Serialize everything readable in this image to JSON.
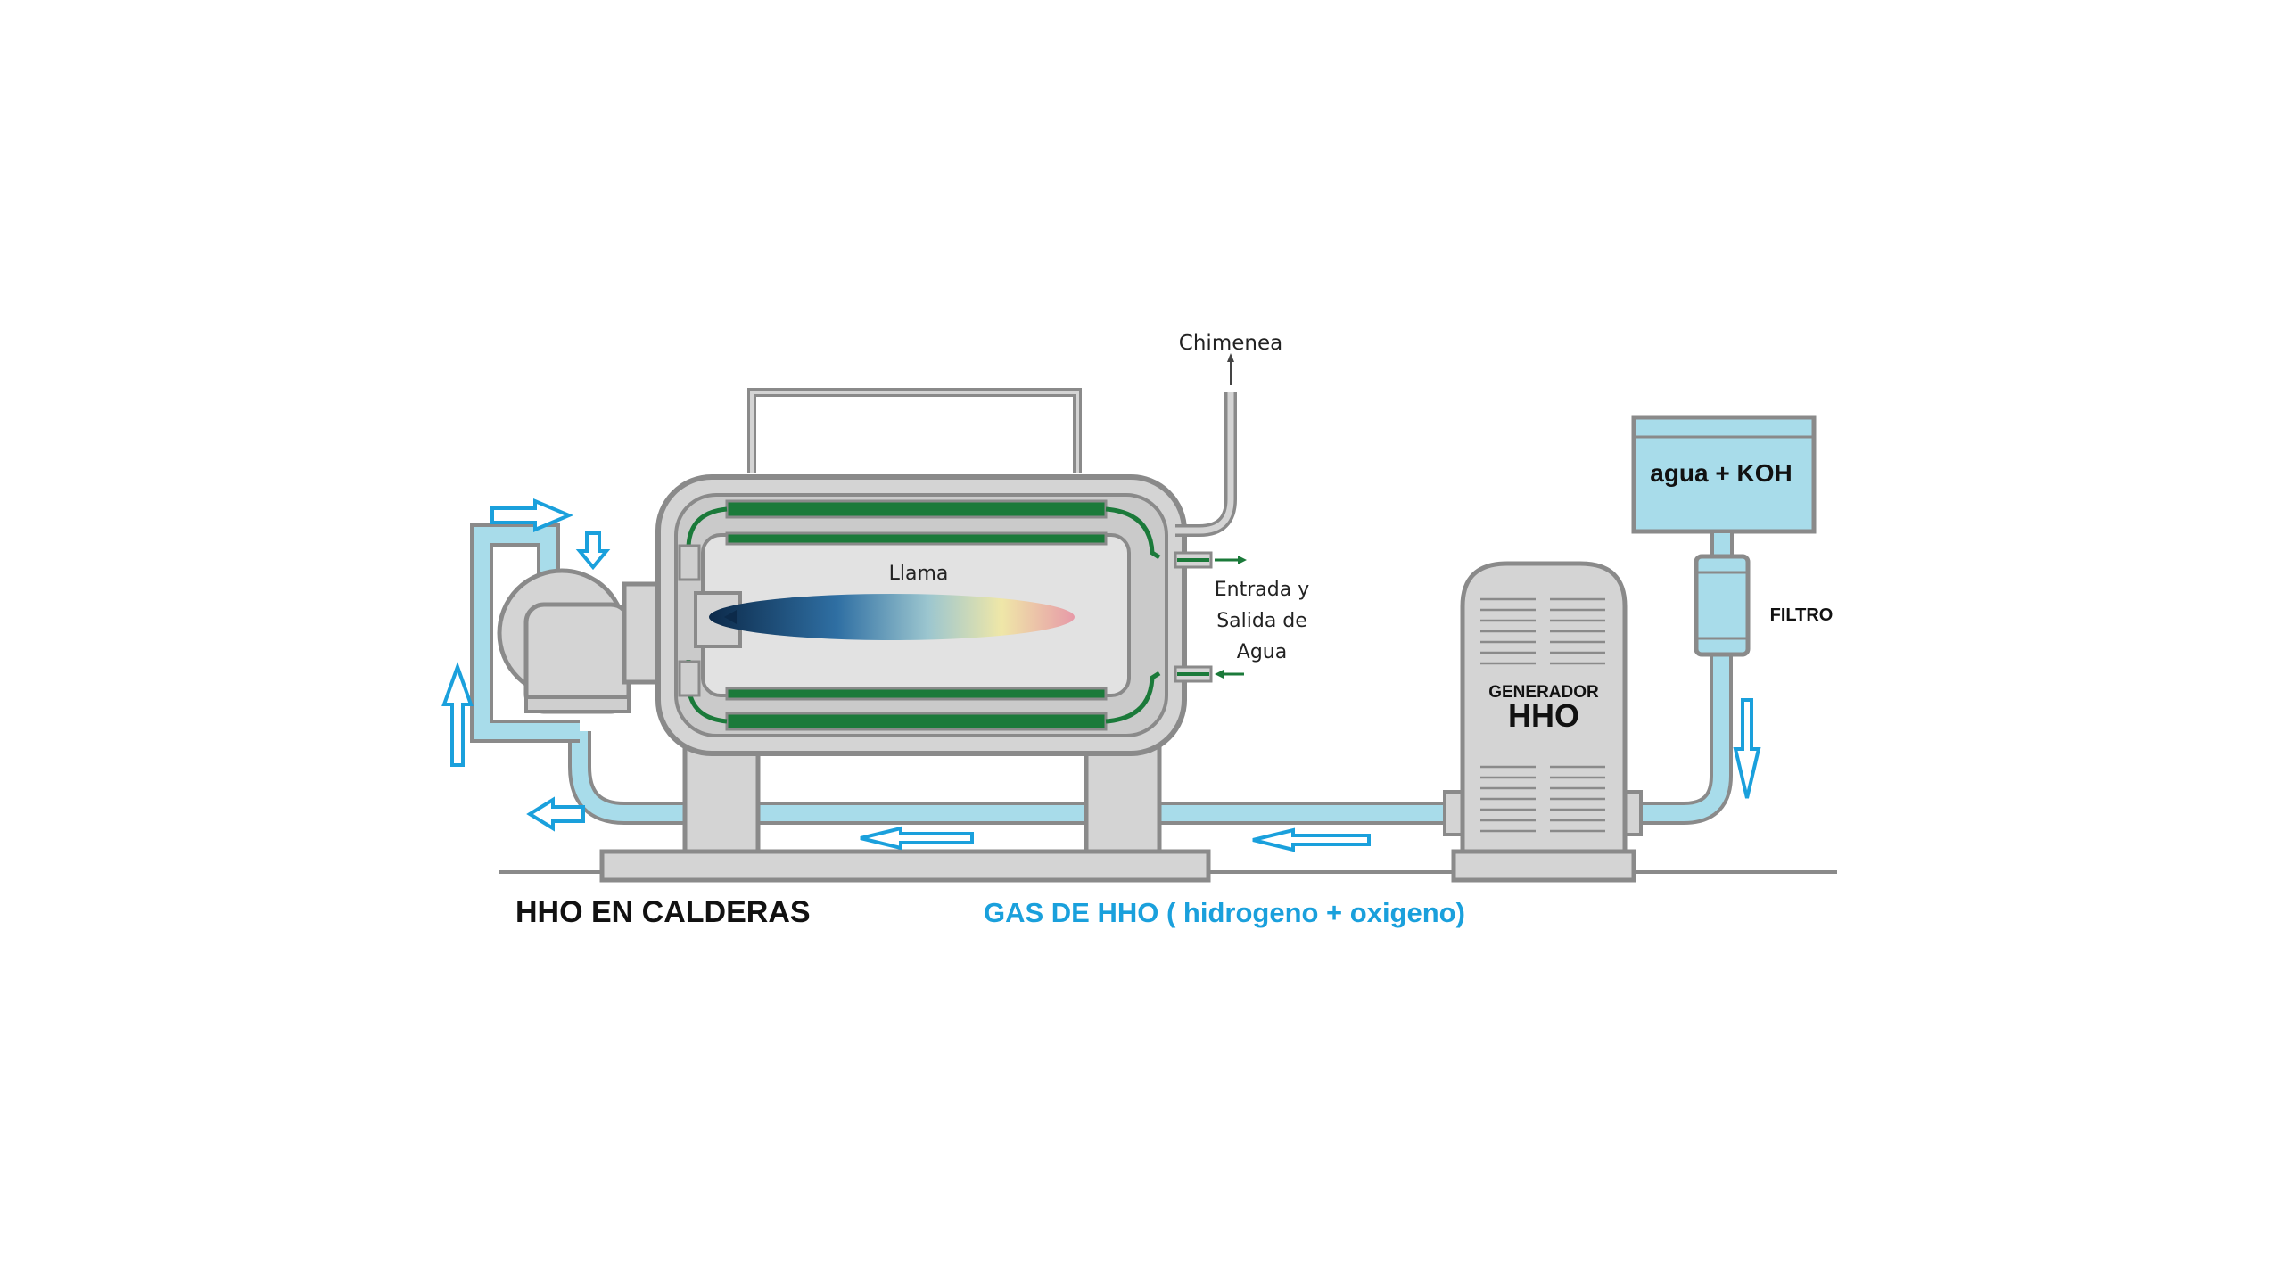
{
  "labels": {
    "chimenea": "Chimenea",
    "llama": "Llama",
    "entrada_line1": "Entrada y",
    "entrada_line2": "Salida de",
    "entrada_line3": "Agua",
    "tank": "agua + KOH",
    "filtro": "FILTRO",
    "generador": "GENERADOR",
    "hho": "HHO",
    "title": "HHO EN CALDERAS",
    "subtitle": "GAS DE HHO ( hidrogeno + oxigeno)"
  },
  "colors": {
    "outline": "#8a8a8a",
    "body_fill": "#d4d4d4",
    "inner_fill": "#e2e2e2",
    "tube_green": "#1b7a3a",
    "liquid": "#a8dcea",
    "arrow_blue": "#1aa0dc",
    "subtitle_blue": "#1aa0dc"
  }
}
